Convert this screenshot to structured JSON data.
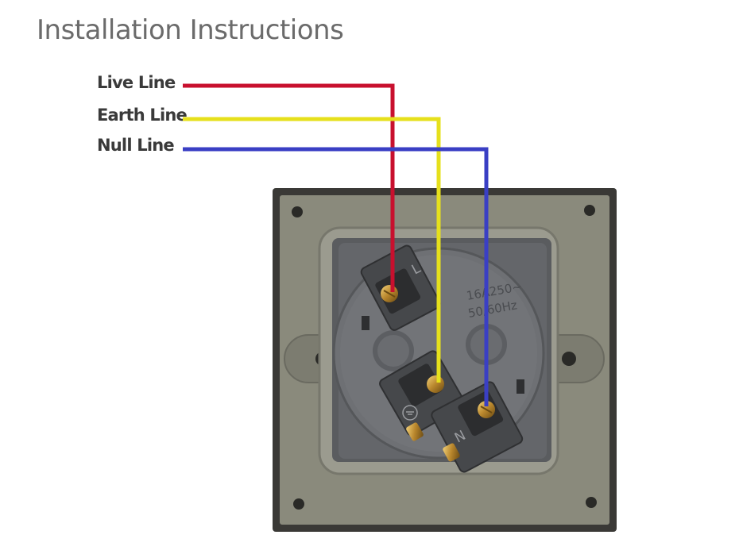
{
  "title": "Installation Instructions",
  "wires": [
    {
      "label": "Live Line",
      "color": "#c8102e"
    },
    {
      "label": "Earth Line",
      "color": "#e6e01c"
    },
    {
      "label": "Null Line",
      "color": "#3a3fc4"
    }
  ],
  "terminals": {
    "live": "L",
    "neutral": "N",
    "rating_line1": "16A250~",
    "rating_line2": "50/60Hz"
  },
  "colors": {
    "plate_frame": "#3a3936",
    "plate_face": "#8a8a7c",
    "socket_body": "#6e7074"
  }
}
